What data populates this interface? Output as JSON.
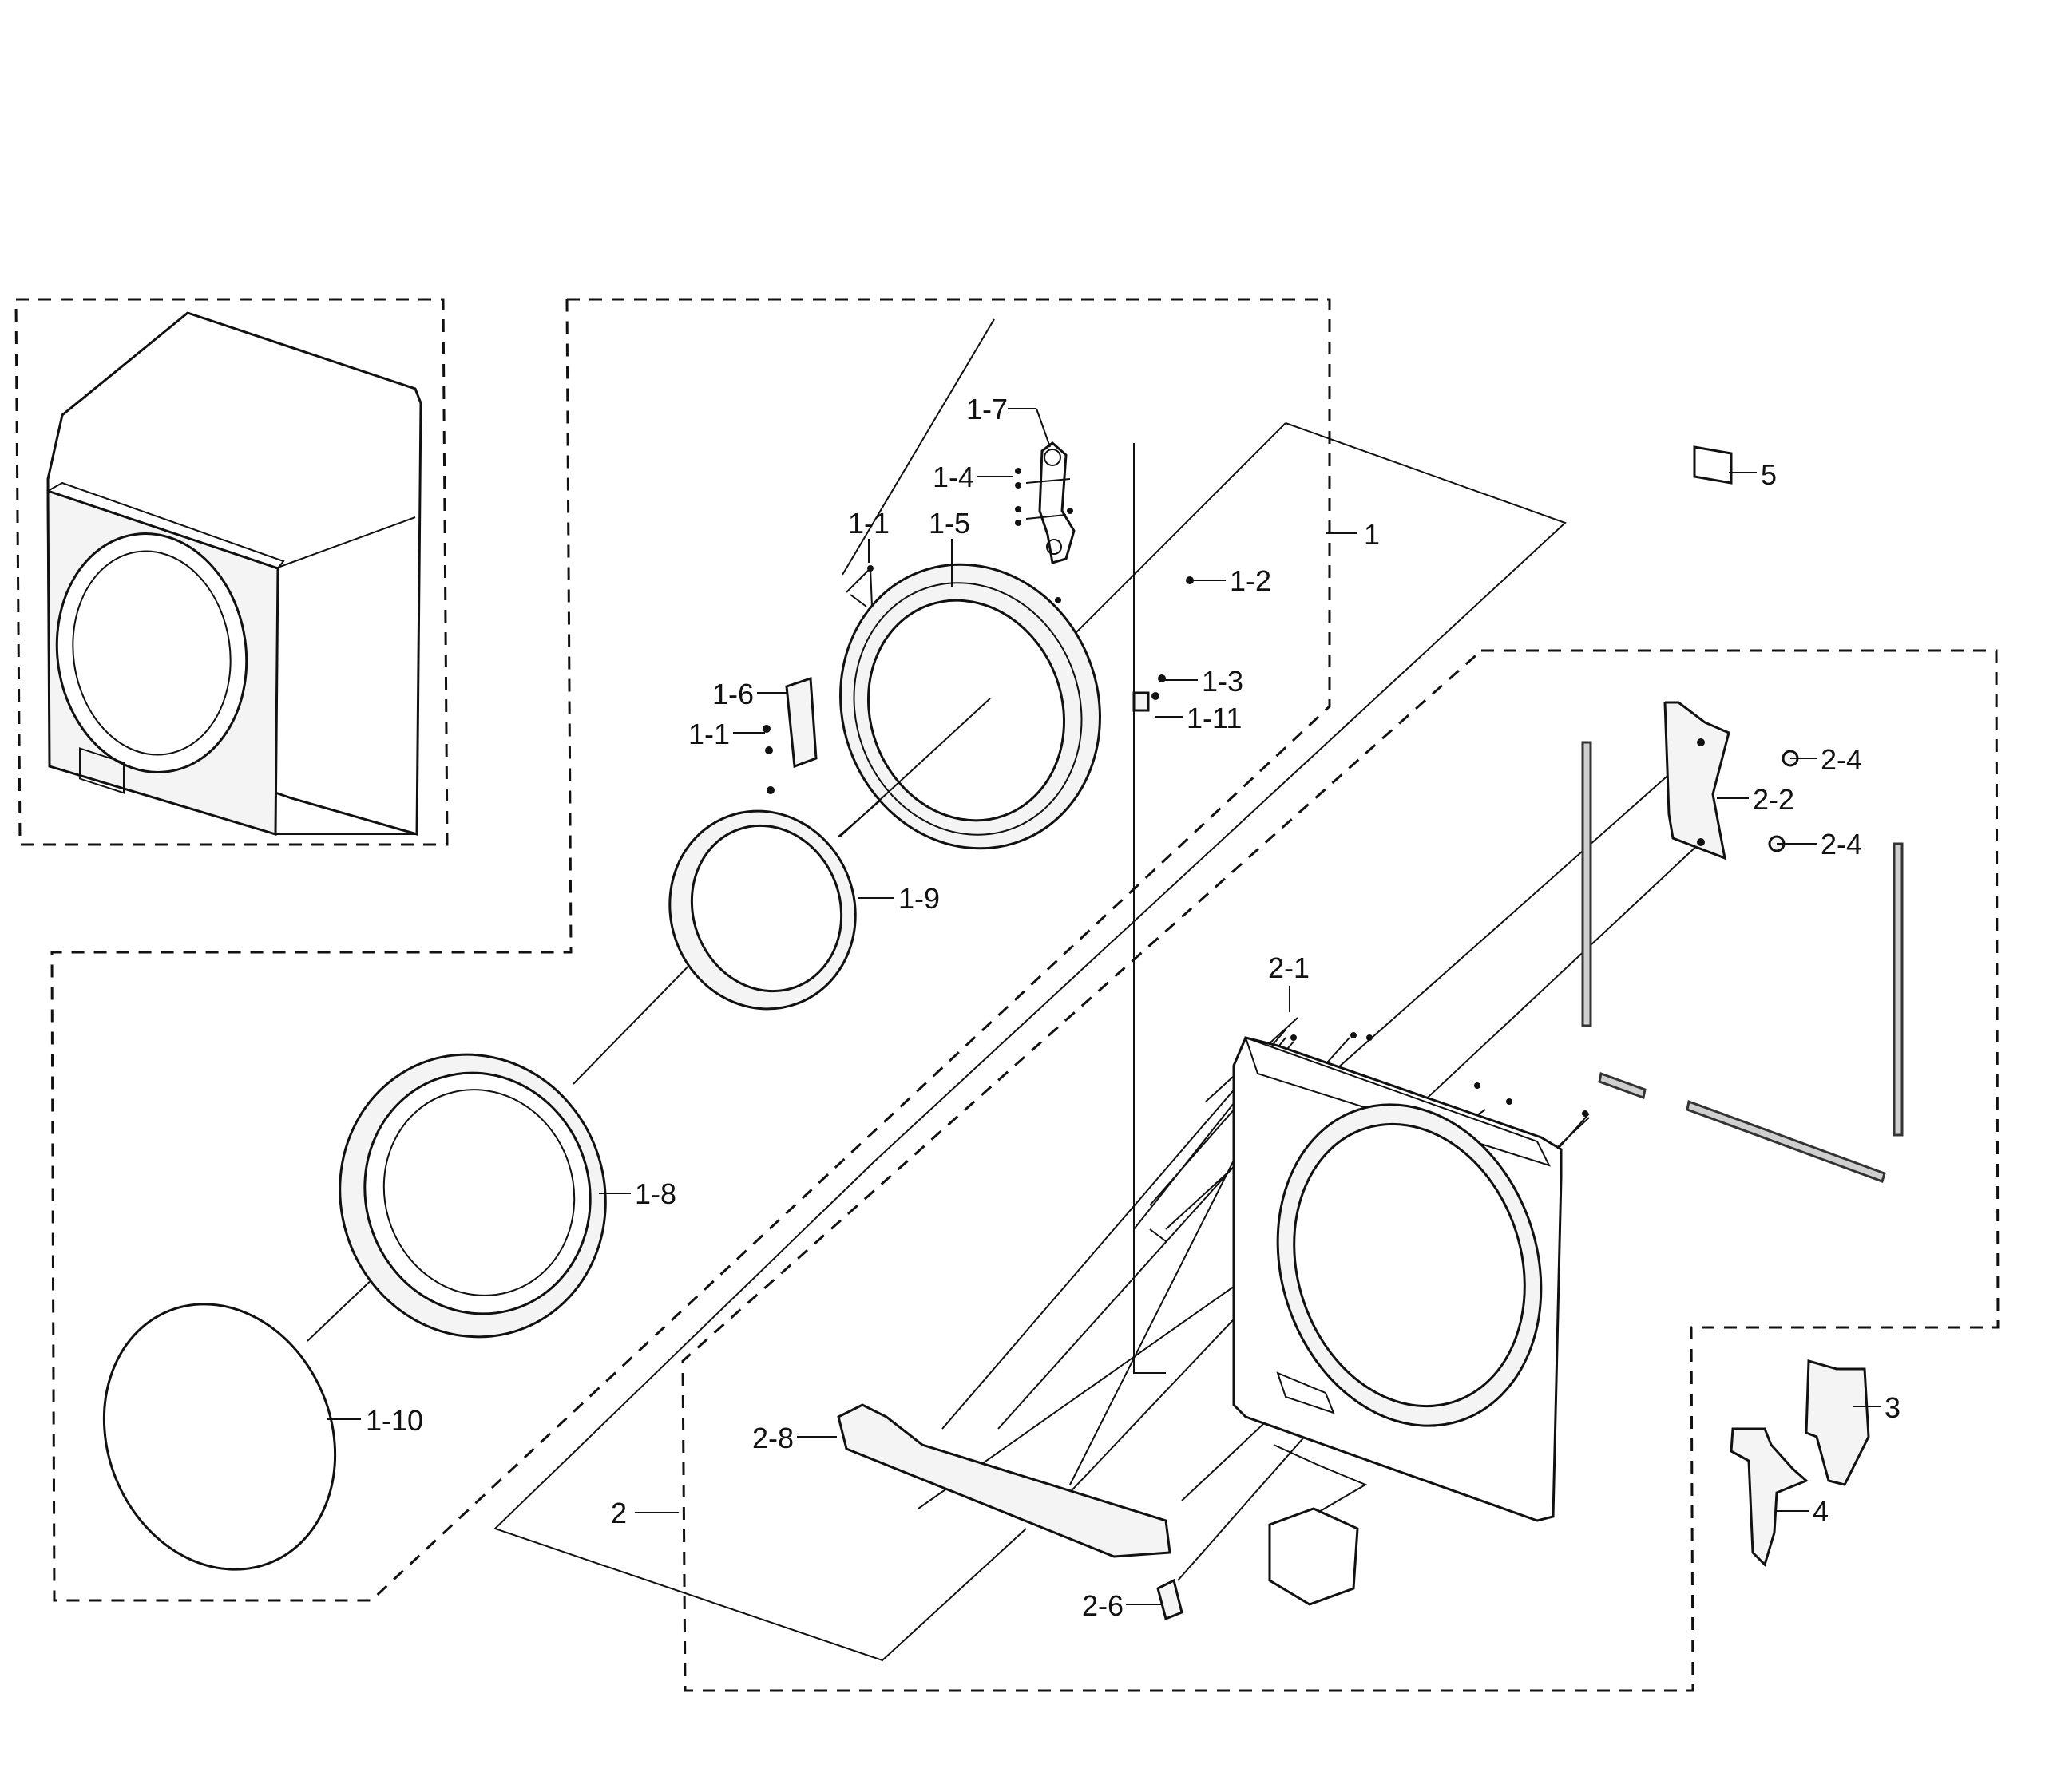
{
  "diagram": {
    "callouts": {
      "c1_7": "1-7",
      "c1_4": "1-4",
      "c1_1a": "1-1",
      "c1_5": "1-5",
      "c1_2": "1-2",
      "c1_6": "1-6",
      "c1_1b": "1-1",
      "c1_3": "1-3",
      "c1_11": "1-11",
      "c1_9": "1-9",
      "c1_8": "1-8",
      "c1_10": "1-10",
      "c1": "1",
      "c5": "5",
      "c2_4a": "2-4",
      "c2_2": "2-2",
      "c2_4b": "2-4",
      "c2_1": "2-1",
      "c2_8": "2-8",
      "c2": "2",
      "c2_6": "2-6",
      "c3": "3",
      "c4": "4"
    }
  }
}
